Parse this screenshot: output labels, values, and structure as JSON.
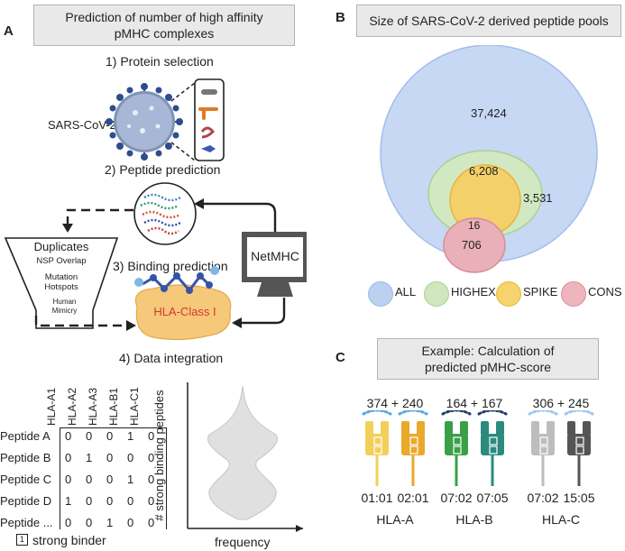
{
  "panelA": {
    "letter": "A",
    "title_line1": "Prediction of number of high affinity",
    "title_line2": "pMHC complexes",
    "step1": "1) Protein selection",
    "virus_label": "SARS-CoV-2",
    "step2": "2) Peptide prediction",
    "step3": "3) Binding prediction",
    "step4": "4) Data integration",
    "filter": {
      "title": "Duplicates",
      "item1": "NSP Overlap",
      "item2a": "Mutation",
      "item2b": "Hotspots",
      "item3a": "Human",
      "item3b": "Mimicry"
    },
    "netmhc_label": "NetMHC",
    "hla_class_label": "HLA-Class I",
    "matrix": {
      "columns": [
        "HLA-A1",
        "HLA-A2",
        "HLA-A3",
        "HLA-B1",
        "HLA-C1"
      ],
      "rows": [
        {
          "label": "Peptide A",
          "values": [
            "0",
            "0",
            "0",
            "1",
            "0"
          ]
        },
        {
          "label": "Peptide B",
          "values": [
            "0",
            "1",
            "0",
            "0",
            "0"
          ]
        },
        {
          "label": "Peptide C",
          "values": [
            "0",
            "0",
            "0",
            "1",
            "0"
          ]
        },
        {
          "label": "Peptide D",
          "values": [
            "1",
            "0",
            "0",
            "0",
            "0"
          ]
        },
        {
          "label": "Peptide ...",
          "values": [
            "0",
            "0",
            "1",
            "0",
            "0"
          ]
        }
      ],
      "legend_box": "1",
      "legend_text": "strong binder"
    },
    "violin": {
      "ylabel": "# strong binding peptides",
      "xlabel": "frequency"
    }
  },
  "panelB": {
    "letter": "B",
    "title": "Size of SARS-CoV-2 derived peptide pools",
    "counts": {
      "all_only": "37,424",
      "spike": "6,208",
      "highex_only": "3,531",
      "overlap": "16",
      "cons": "706"
    },
    "legend": [
      {
        "label": "ALL",
        "fill": "#bcd0f0",
        "stroke": "#9cb8e8"
      },
      {
        "label": "HIGHEX",
        "fill": "#cfe6bf",
        "stroke": "#a9d190"
      },
      {
        "label": "SPIKE",
        "fill": "#f6d36c",
        "stroke": "#e7b93a"
      },
      {
        "label": "CONS",
        "fill": "#eeb5bd",
        "stroke": "#d98d98"
      }
    ]
  },
  "panelC": {
    "letter": "C",
    "title_line1": "Example: Calculation of",
    "title_line2": "predicted pMHC-score",
    "groups": [
      {
        "sum": "374 + 240",
        "alleles": [
          "01:01",
          "02:01"
        ],
        "locus": "HLA-A",
        "colors": [
          "#f3cf5a",
          "#e9a92a"
        ],
        "dot_colors": [
          "#5aa6de",
          "#5aa6de"
        ]
      },
      {
        "sum": "164 + 167",
        "alleles": [
          "07:02",
          "07:05"
        ],
        "locus": "HLA-B",
        "colors": [
          "#3aa046",
          "#2a8a80"
        ],
        "dot_colors": [
          "#1f3f6a",
          "#1f3f6a"
        ]
      },
      {
        "sum": "306 + 245",
        "alleles": [
          "07:02",
          "15:05"
        ],
        "locus": "HLA-C",
        "colors": [
          "#bdbdbd",
          "#555555"
        ],
        "dot_colors": [
          "#9dc6ea",
          "#9dc6ea"
        ]
      }
    ]
  }
}
